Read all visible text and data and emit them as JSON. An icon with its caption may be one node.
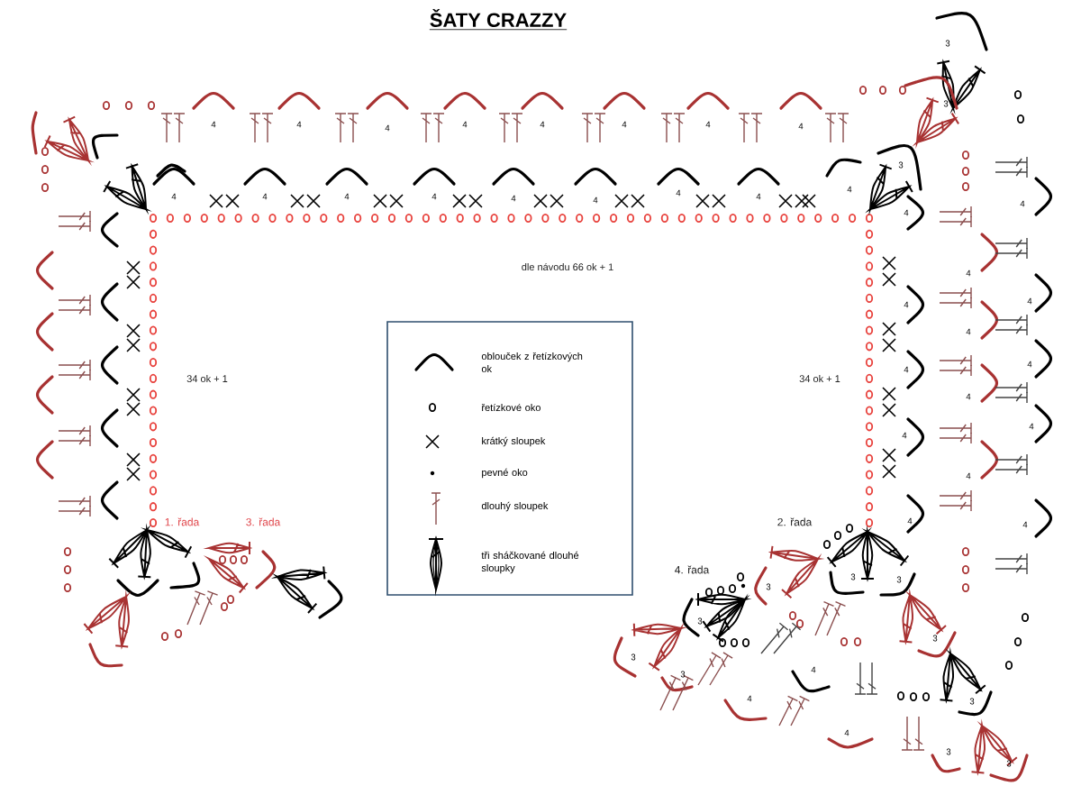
{
  "diagram": {
    "title": "ŠATY CRAZZY",
    "labels": [
      "3",
      "3",
      "4",
      "4",
      "4",
      "4",
      "4",
      "4",
      "4",
      "4",
      "3",
      "4",
      "4",
      "4",
      "4",
      "4",
      "4",
      "4",
      "4",
      "4",
      "4",
      "4",
      "dle návodu 66 ok + 1",
      "4",
      "4",
      "4",
      "4",
      "4",
      "4",
      "34 ok + 1",
      "34 ok + 1",
      "4",
      "4",
      "4",
      "4",
      "4",
      "1. řada",
      "3. řada",
      "2. řada",
      "4",
      "4. řada",
      "3",
      "3",
      "3",
      "3",
      "3",
      "3",
      "4",
      "3",
      "4",
      "3",
      "4",
      "3",
      "3"
    ],
    "legend": [
      {
        "text": "oblouček z řetízkových ok"
      },
      {
        "text": "řetízkové oko"
      },
      {
        "text": "krátký sloupek"
      },
      {
        "text": "pevné oko"
      },
      {
        "text": "dlouhý sloupek"
      },
      {
        "text": "tři sháčkované dlouhé sloupky"
      }
    ]
  }
}
